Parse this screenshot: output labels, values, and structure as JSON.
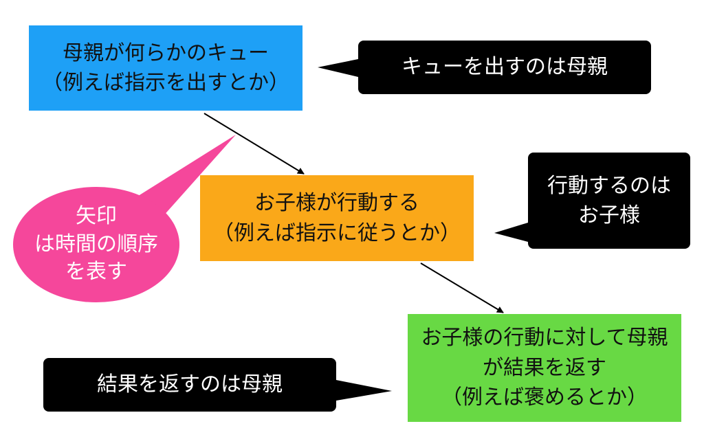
{
  "boxes": {
    "cue": {
      "line1": "母親が何らかのキュー",
      "line2": "（例えば指示を出すとか）",
      "color": "#1ea0f6"
    },
    "action": {
      "line1": "お子様が行動する",
      "line2": "（例えば指示に従うとか）",
      "color": "#faa819"
    },
    "result": {
      "line1": "お子様の行動に対して母親",
      "line2": "が結果を返す",
      "line3": "（例えば褒めるとか）",
      "color": "#68d944"
    }
  },
  "callouts": {
    "cue": {
      "text": "キューを出すのは母親"
    },
    "action": {
      "line1": "行動するのは",
      "line2": "お子様"
    },
    "result": {
      "text": "結果を返すのは母親"
    }
  },
  "note": {
    "line1": "矢印",
    "line2": "は時間の順序",
    "line3": "を表す",
    "color": "#f5479b"
  }
}
